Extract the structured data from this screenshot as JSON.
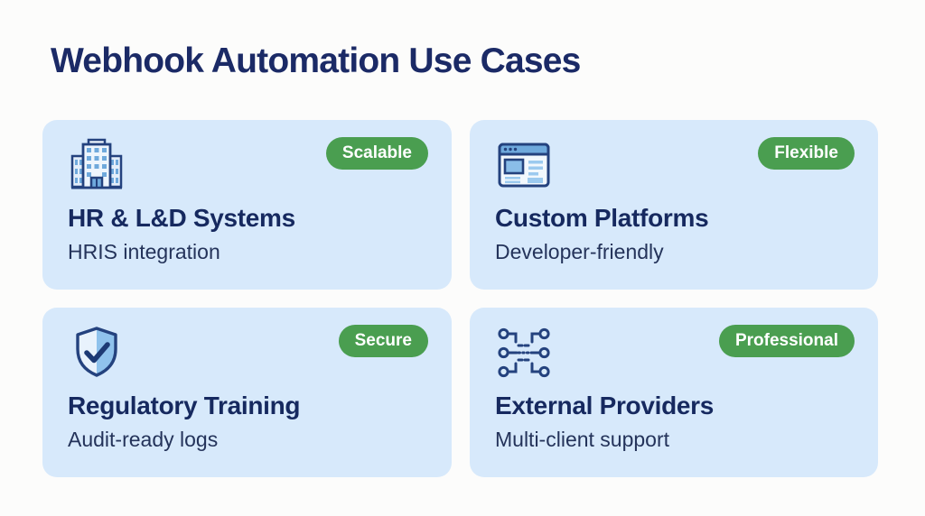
{
  "page": {
    "title": "Webhook Automation Use Cases"
  },
  "colors": {
    "page_background": "#fcfcfb",
    "card_background": "#d7e9fb",
    "title_navy": "#1b2a66",
    "card_title_navy": "#16295f",
    "subtitle_navy": "#24335a",
    "badge_green": "#4a9e50",
    "icon_outline_navy": "#24427e",
    "icon_blue_fill": "#6fa9dc"
  },
  "cards": [
    {
      "title": "HR & L&D Systems",
      "subtitle": "HRIS integration",
      "badge": "Scalable",
      "icon": "office-building-icon"
    },
    {
      "title": "Custom Platforms",
      "subtitle": "Developer-friendly",
      "badge": "Flexible",
      "icon": "browser-window-icon"
    },
    {
      "title": "Regulatory Training",
      "subtitle": "Audit-ready logs",
      "badge": "Secure",
      "icon": "shield-check-icon"
    },
    {
      "title": "External Providers",
      "subtitle": "Multi-client support",
      "badge": "Professional",
      "icon": "network-nodes-icon"
    }
  ]
}
